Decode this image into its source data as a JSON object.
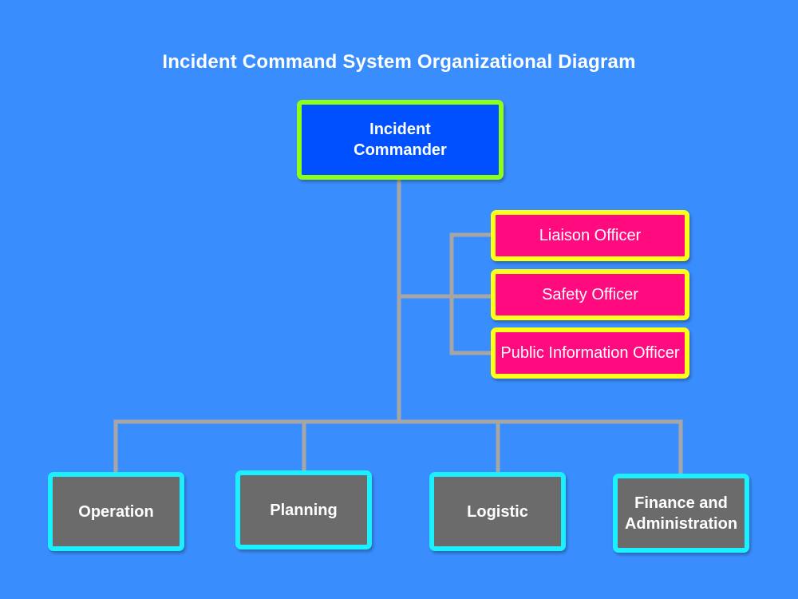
{
  "title": "Incident Command System Organizational Diagram",
  "commander": {
    "label": "Incident Commander"
  },
  "officers": [
    {
      "label": "Liaison Officer"
    },
    {
      "label": "Safety Officer"
    },
    {
      "label": "Public Information Officer"
    }
  ],
  "sections": [
    {
      "label": "Operation"
    },
    {
      "label": "Planning"
    },
    {
      "label": "Logistic"
    },
    {
      "label": "Finance and Administration"
    }
  ],
  "colors": {
    "background": "#3a8dfc",
    "commander_fill": "#0050ff",
    "commander_border": "#8cff1a",
    "officer_fill": "#ff0a7f",
    "officer_border": "#ffff1a",
    "section_fill": "#6b6b6b",
    "section_border": "#1af0ff",
    "connector": "#a6a6a6"
  }
}
